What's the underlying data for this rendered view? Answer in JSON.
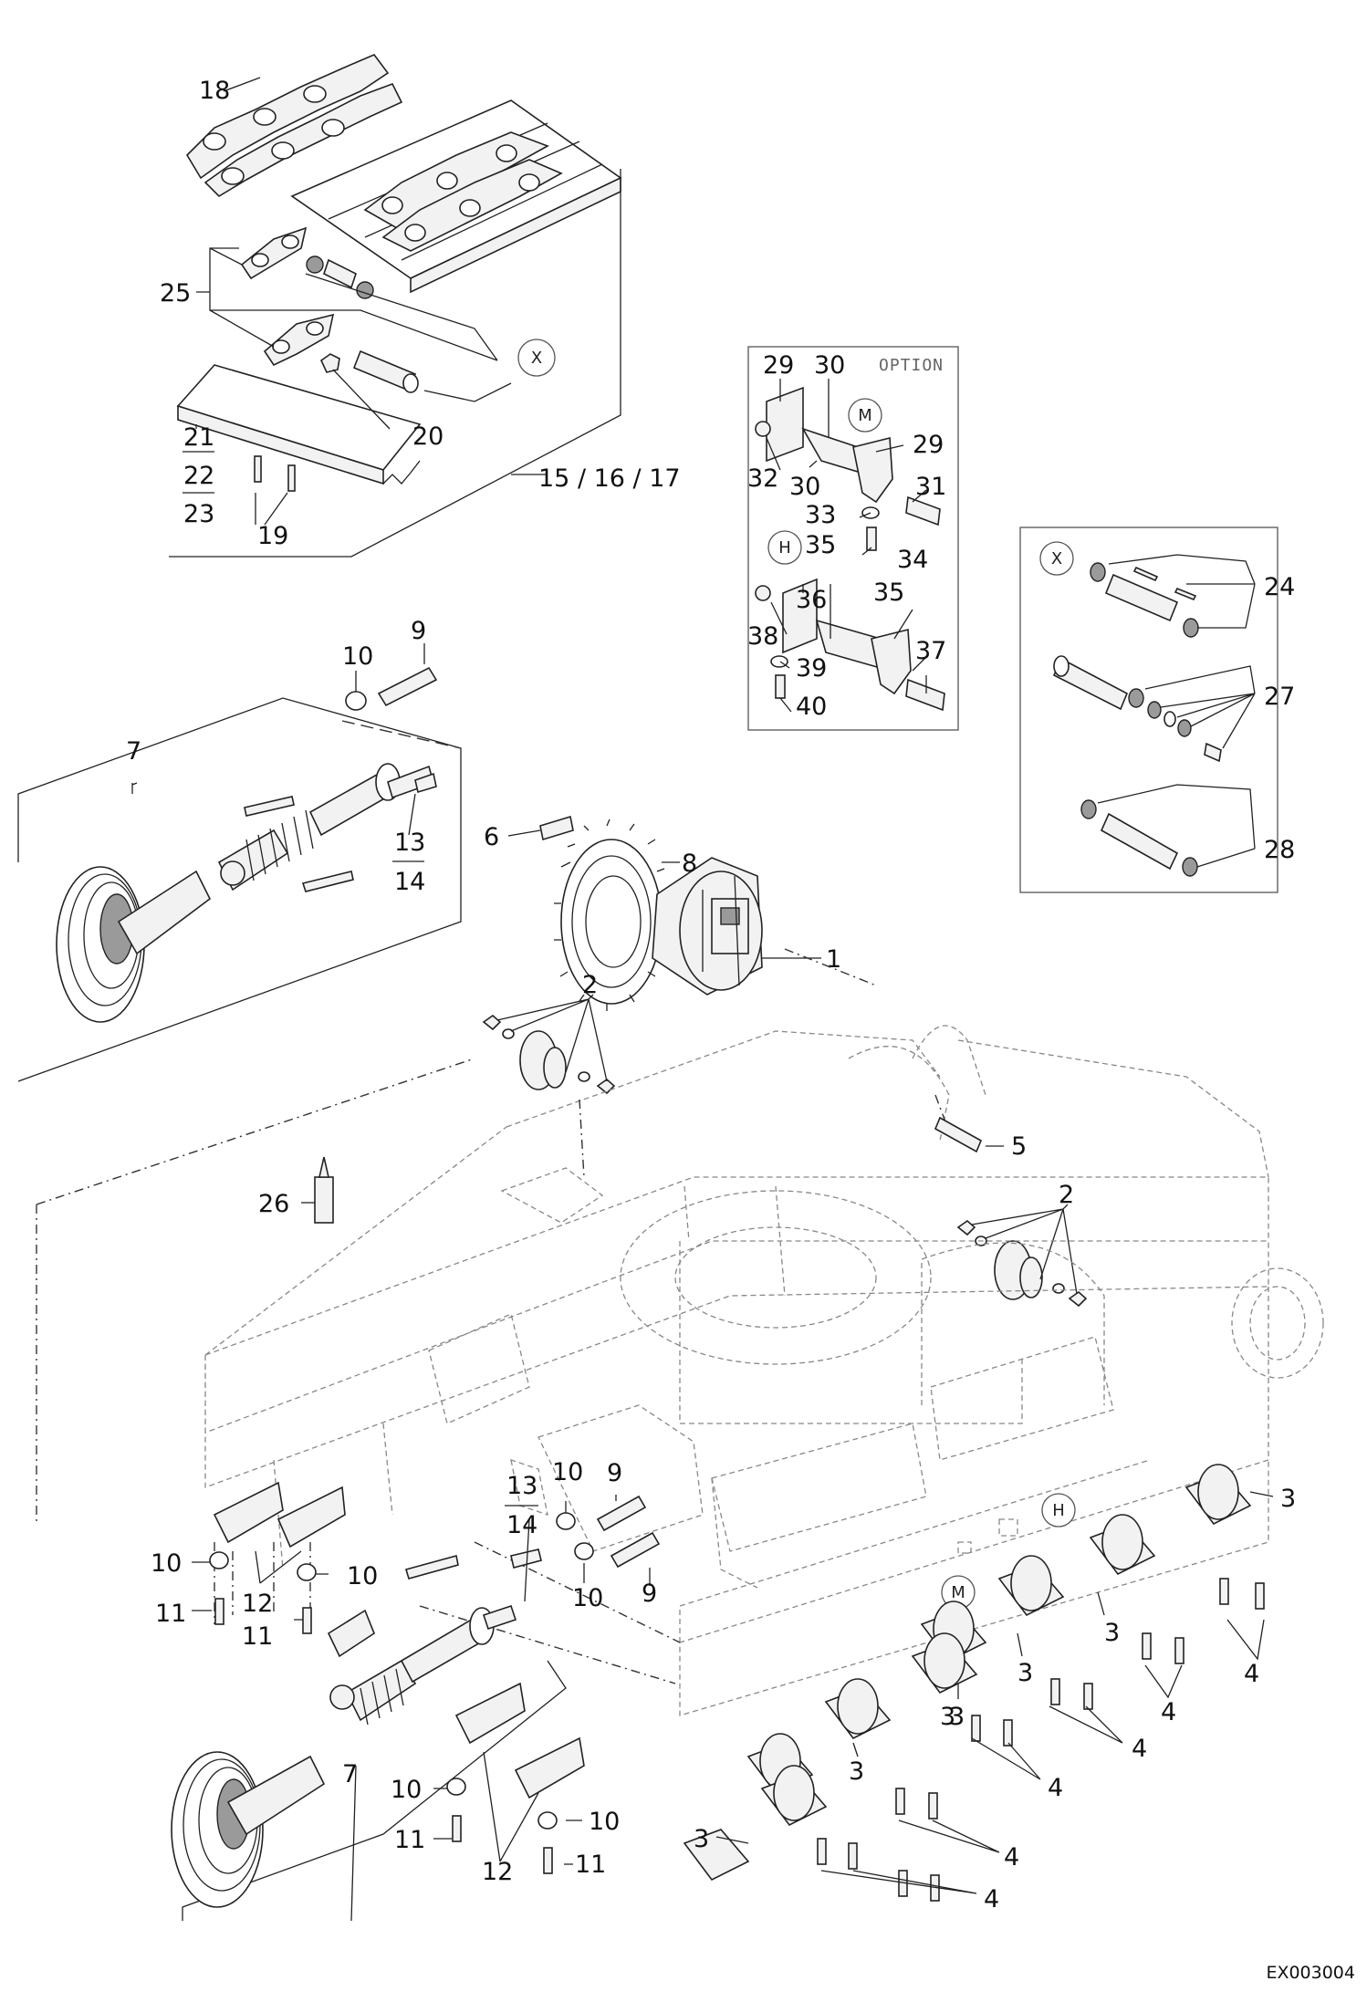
{
  "drawing_code": "EX003004",
  "option_label": "OPTION",
  "circle_markers": {
    "x": "X",
    "m": "M",
    "h": "H"
  },
  "callouts": {
    "c18": "18",
    "c25": "25",
    "c21": "21",
    "c22": "22",
    "c23": "23",
    "c19": "19",
    "c20": "20",
    "c15_17": "15 / 16 / 17",
    "c29a": "29",
    "c30a": "30",
    "c29b": "29",
    "c32": "32",
    "c30b": "30",
    "c31": "31",
    "c33": "33",
    "c34": "34",
    "c35a": "35",
    "c35b": "35",
    "c36": "36",
    "c38": "38",
    "c39": "39",
    "c37": "37",
    "c40": "40",
    "c24": "24",
    "c27": "27",
    "c28": "28",
    "c9a": "9",
    "c10a": "10",
    "c7a": "7",
    "c13a": "13",
    "c14a": "14",
    "c6": "6",
    "c8": "8",
    "c1": "1",
    "c2a": "2",
    "c5": "5",
    "c26": "26",
    "c2b": "2",
    "c3a": "3",
    "c3b": "3",
    "c3c": "3",
    "c3d": "3",
    "c3e": "3",
    "c3f": "3",
    "c3g": "3",
    "c4a": "4",
    "c4b": "4",
    "c4c": "4",
    "c4d": "4",
    "c4e": "4",
    "c4f": "4",
    "c13b": "13",
    "c14b": "14",
    "c10b": "10",
    "c9b": "9",
    "c9c": "9",
    "c10c": "10",
    "c10d": "10",
    "c11a": "11",
    "c12a": "12",
    "c10e": "10",
    "c11b": "11",
    "c7b": "7",
    "c10f": "10",
    "c11c": "11",
    "c12b": "12",
    "c10g": "10",
    "c11d": "11"
  },
  "colors": {
    "line": "#222222",
    "fill": "#f2f2f2",
    "background": "#ffffff"
  }
}
